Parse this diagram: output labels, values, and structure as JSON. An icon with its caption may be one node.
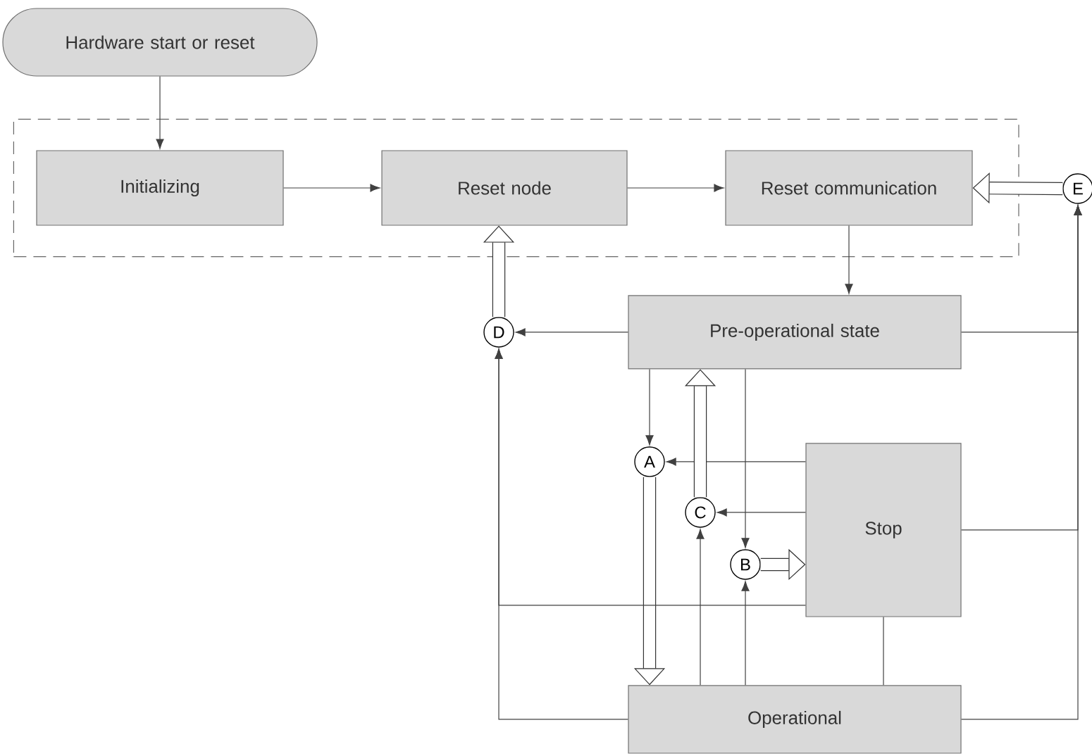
{
  "diagram": {
    "nodes": [
      {
        "text": [
          "Hardware start or reset"
        ]
      },
      {
        "text": [],
        "shape": "box"
      },
      {
        "text": [
          "Initializing"
        ],
        "in": 1
      },
      {
        "text": [
          "Reset node"
        ],
        "in": 1
      },
      {
        "text": [
          "Reset communication"
        ],
        "in": 1
      },
      {
        "text": [
          "Pre-operational state"
        ]
      },
      {
        "text": [
          "Stop"
        ]
      },
      {
        "text": [
          "Operational"
        ]
      },
      {
        "text": [
          "A"
        ]
      },
      {
        "text": [
          "B"
        ]
      },
      {
        "text": [
          "C"
        ]
      },
      {
        "text": [
          "D"
        ]
      },
      {
        "text": [
          "E"
        ]
      }
    ],
    "edges": [
      {
        "from": 0,
        "to": 2,
        "arrow": "to"
      },
      {
        "from": 2,
        "to": 3,
        "arrow": "to"
      },
      {
        "from": 3,
        "to": 4,
        "arrow": "to"
      },
      {
        "from": 12,
        "to": 4,
        "arrow": "to",
        "style": "thick"
      },
      {
        "from": 4,
        "to": 5,
        "arrow": "to"
      },
      {
        "from": 5,
        "to": 11,
        "arrow": "to"
      },
      {
        "from": 11,
        "to": 3,
        "arrow": "to",
        "style": "thick"
      },
      {
        "from": 5,
        "to": 8,
        "arrow": "to"
      },
      {
        "from": 6,
        "to": 8,
        "arrow": "to"
      },
      {
        "from": 8,
        "to": 7,
        "arrow": "to",
        "style": "thick"
      },
      {
        "from": 6,
        "to": 10,
        "arrow": "to"
      },
      {
        "from": 10,
        "to": 5,
        "arrow": "to",
        "style": "thick"
      },
      {
        "from": 5,
        "to": 9,
        "arrow": "to"
      },
      {
        "from": 9,
        "to": 6,
        "arrow": "to",
        "style": "thick"
      },
      {
        "from": 7,
        "to": 9,
        "arrow": "to"
      },
      {
        "from": 7,
        "to": 10,
        "arrow": "to"
      },
      {
        "from": 7,
        "to": 11,
        "arrow": "to"
      },
      {
        "from": 6,
        "to": 11,
        "arrow": "to"
      },
      {
        "from": 5,
        "to": 12,
        "arrow": "to"
      },
      {
        "from": 6,
        "to": 12,
        "arrow": "to"
      },
      {
        "from": 7,
        "to": 12,
        "arrow": "to"
      },
      {
        "from": 6,
        "to": 7,
        "arrow": "none"
      }
    ]
  }
}
